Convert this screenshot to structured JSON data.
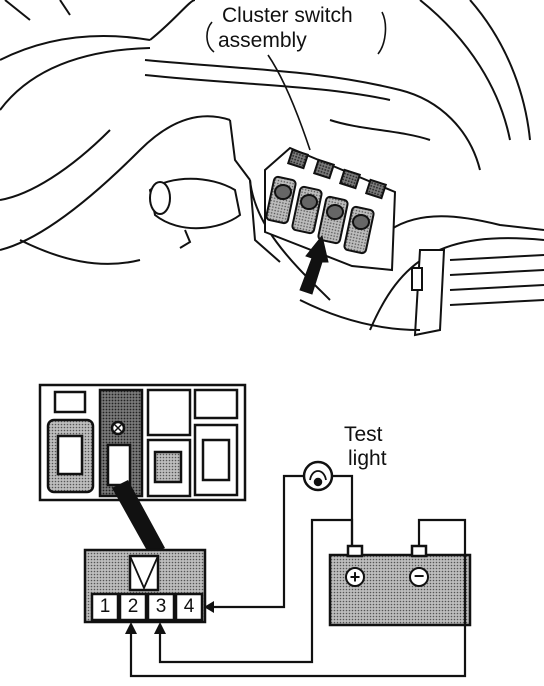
{
  "labels": {
    "cluster_line1": "Cluster switch",
    "cluster_line2": "assembly",
    "test_line1": "Test",
    "test_line2": "light"
  },
  "connector": {
    "pins": [
      "1",
      "2",
      "3",
      "4"
    ]
  },
  "battery": {
    "positive": "+",
    "negative": "−"
  },
  "colors": {
    "ink": "#111111",
    "shade": "#9a9a9a",
    "paper": "#ffffff"
  }
}
